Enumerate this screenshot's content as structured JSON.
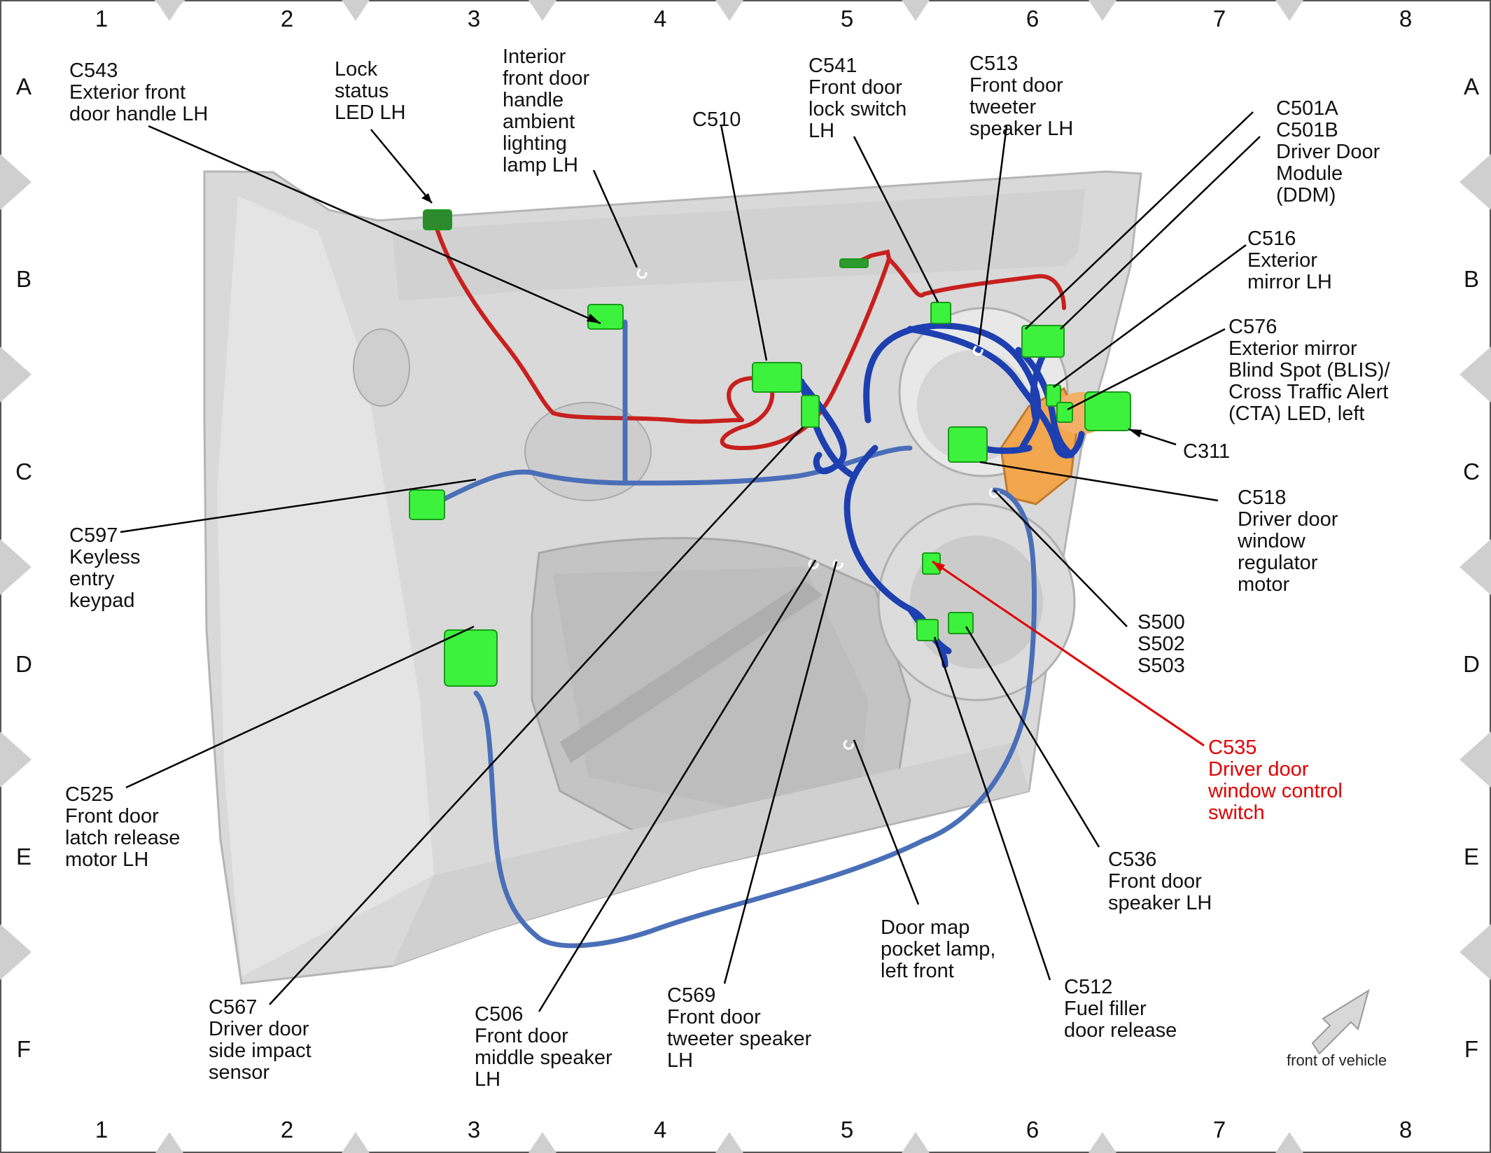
{
  "grid": {
    "columns": [
      "1",
      "2",
      "3",
      "4",
      "5",
      "6",
      "7",
      "8"
    ],
    "rows": [
      "A",
      "B",
      "C",
      "D",
      "E",
      "F"
    ]
  },
  "callouts": {
    "c543": "C543\nExterior front\ndoor handle LH",
    "lock_led": "Lock\nstatus\nLED LH",
    "interior_lamp": "Interior\nfront door\nhandle\nambient\nlighting\nlamp LH",
    "c510": "C510",
    "c541": "C541\nFront door\nlock switch\nLH",
    "c513": "C513\nFront door\ntweeter\nspeaker LH",
    "c501": "C501A\nC501B\nDriver Door\nModule\n(DDM)",
    "c516": "C516\nExterior\nmirror LH",
    "c576": "C576\nExterior mirror\nBlind Spot (BLIS)/\nCross Traffic Alert\n(CTA) LED, left",
    "c311": "C311",
    "c518": "C518\nDriver door\nwindow\nregulator\nmotor",
    "s500": "S500\nS502\nS503",
    "c535": "C535\nDriver door\nwindow control\nswitch",
    "c597": "C597\nKeyless\nentry\nkeypad",
    "c525": "C525\nFront door\nlatch release\nmotor LH",
    "c536": "C536\nFront door\nspeaker LH",
    "map_lamp": "Door map\npocket lamp,\nleft front",
    "c512": "C512\nFuel filler\ndoor release",
    "c567": "C567\nDriver door\nside impact\nsensor",
    "c506": "C506\nFront door\nmiddle speaker\nLH",
    "c569": "C569\nFront door\ntweeter speaker\nLH"
  },
  "legend": {
    "front_of_vehicle": "front of vehicle"
  },
  "colors": {
    "connector": "#3df23d",
    "harness_main": "#1d3fb0",
    "harness_light": "#4a6fb8",
    "harness_red": "#c8201e",
    "highlight_text": "#e10000",
    "door_panel": "#d9d9d9",
    "frame_diamond": "#cfcfcf",
    "orange_part": "#f2a64e"
  }
}
